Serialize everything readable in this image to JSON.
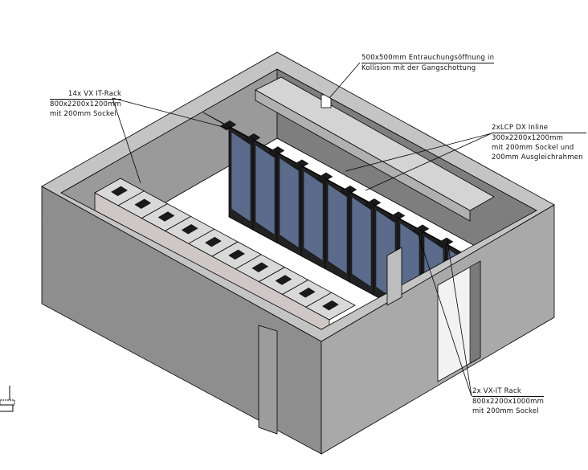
{
  "annotations": {
    "it_racks": {
      "title": "14x VX IT-Rack",
      "lines": [
        "800x2200x1200mm",
        "mit 200mm Sockel"
      ]
    },
    "smoke_opening": {
      "title": "500x500mm Entrauchungsöffnung in",
      "lines": [
        "Kollision mit der Gangschottung"
      ]
    },
    "lcp": {
      "title": "2xLCP DX Inline",
      "lines": [
        "300x2200x1200mm",
        "mit 200mm Sockel und",
        "200mm Ausgleichrahmen"
      ]
    },
    "vx_racks": {
      "title": "2x VX-IT Rack",
      "lines": [
        "800x2200x1000mm",
        "mit 200mm Sockel"
      ]
    }
  },
  "colors": {
    "wall_top": "#c4c4c4",
    "wall_left": "#8e8e8e",
    "wall_right": "#a9a9a9",
    "rack_door": "#5a6b8c",
    "rack_top": "#d9d9d9"
  }
}
